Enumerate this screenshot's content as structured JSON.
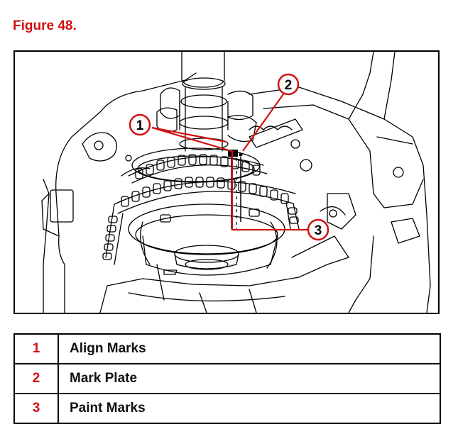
{
  "figure": {
    "title": "Figure 48."
  },
  "callouts": [
    {
      "number": "1"
    },
    {
      "number": "2"
    },
    {
      "number": "3"
    }
  ],
  "legend": [
    {
      "number": "1",
      "label": "Align Marks"
    },
    {
      "number": "2",
      "label": "Mark Plate"
    },
    {
      "number": "3",
      "label": "Paint Marks"
    }
  ],
  "colors": {
    "accent": "#d01010",
    "line": "#000000"
  }
}
